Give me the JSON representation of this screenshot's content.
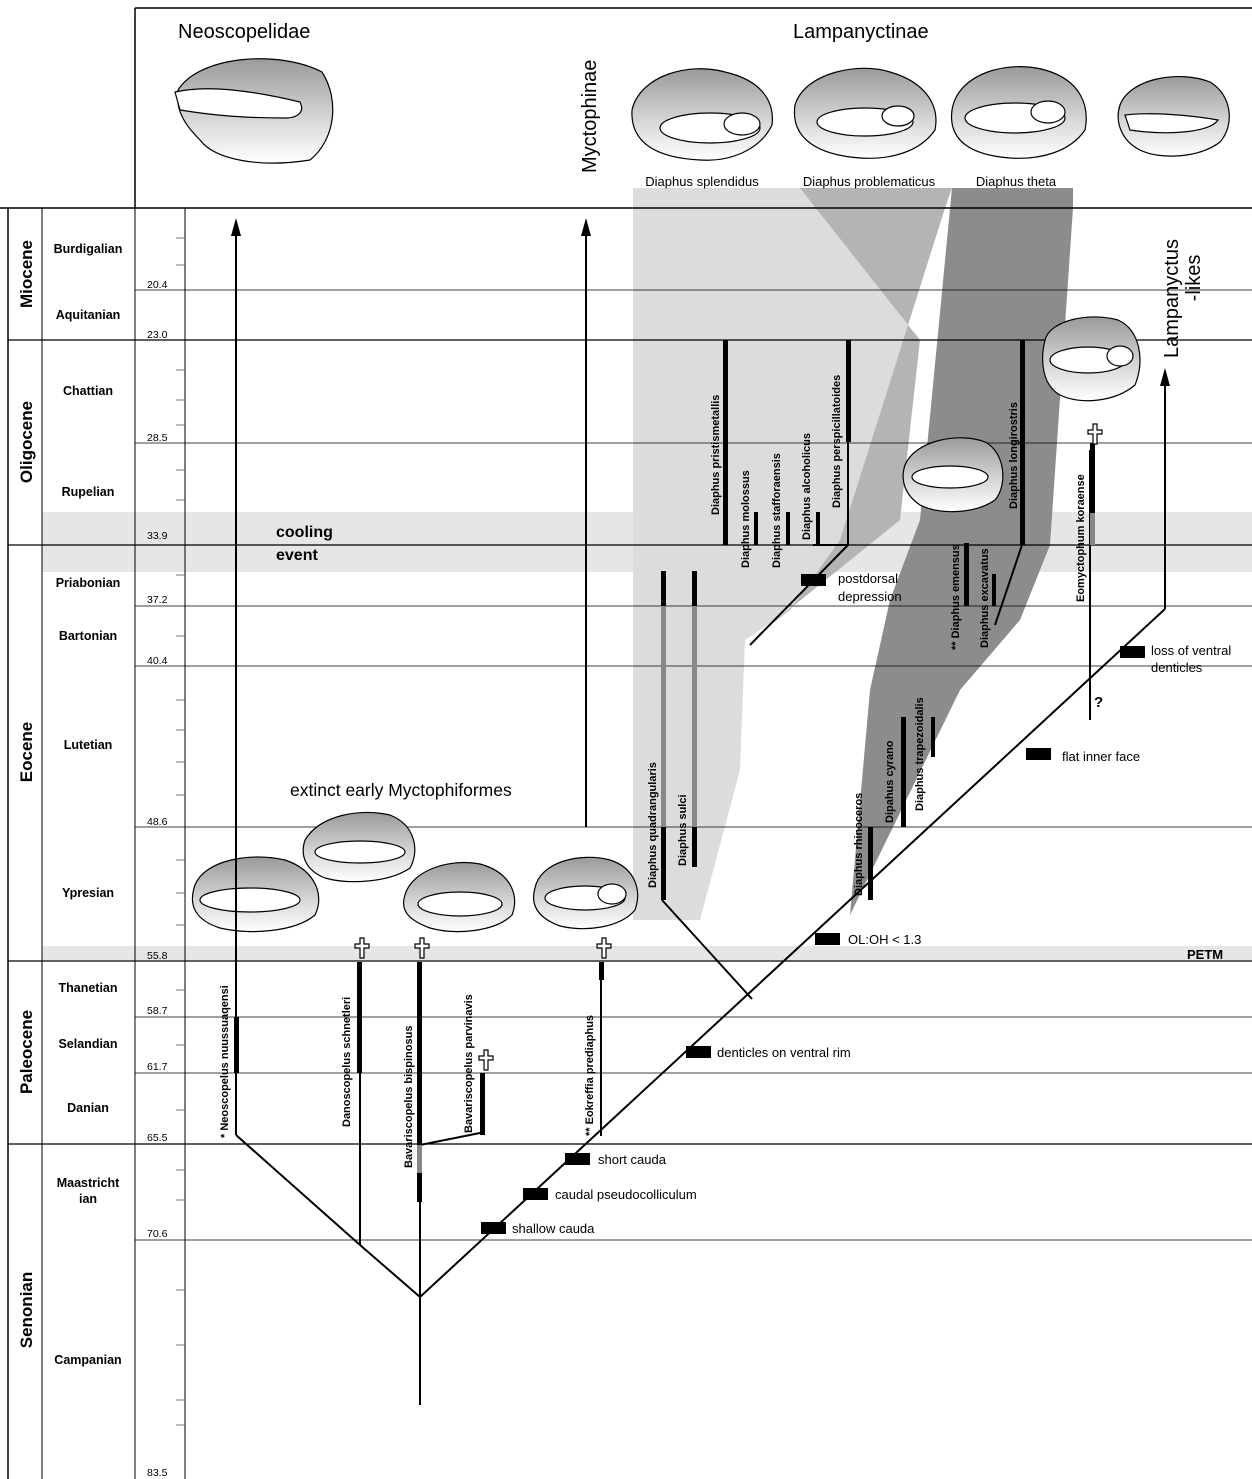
{
  "groups": {
    "neoscopelidae": "Neoscopelidae",
    "lampanyctinae": "Lampanyctinae",
    "myctophinae": "Myctophinae",
    "lampanyctus": "Lampanyctus",
    "lampanyctus_sub": "-likes",
    "extinct": "extinct early Myctophiformes"
  },
  "top_species": {
    "splendidus": "Diaphus splendidus",
    "problematicus": "Diaphus problematicus",
    "theta": "Diaphus theta"
  },
  "epochs": {
    "miocene": "Miocene",
    "oligocene": "Oligocene",
    "eocene": "Eocene",
    "paleocene": "Paleocene",
    "senonian": "Senonian"
  },
  "stages": {
    "burdigalian": "Burdigalian",
    "aquitanian": "Aquitanian",
    "chattian": "Chattian",
    "rupelian": "Rupelian",
    "priabonian": "Priabonian",
    "bartonian": "Bartonian",
    "lutetian": "Lutetian",
    "ypresian": "Ypresian",
    "thanetian": "Thanetian",
    "selandian": "Selandian",
    "danian": "Danian",
    "maastrichtian_1": "Maastricht",
    "maastrichtian_2": "ian",
    "campanian": "Campanian"
  },
  "ages": {
    "a20_4": "20.4",
    "a23_0": "23.0",
    "a28_5": "28.5",
    "a33_9": "33.9",
    "a37_2": "37.2",
    "a40_4": "40.4",
    "a48_6": "48.6",
    "a55_8": "55.8",
    "a58_7": "58.7",
    "a61_7": "61.7",
    "a65_5": "65.5",
    "a70_6": "70.6",
    "a83_5": "83.5"
  },
  "events": {
    "cooling_1": "cooling",
    "cooling_2": "event",
    "petm": "PETM"
  },
  "apomorphies": {
    "postdorsal_1": "postdorsal",
    "postdorsal_2": "depression",
    "loss_1": "loss of ventral",
    "loss_2": "denticles",
    "flat": "flat inner face",
    "oloh": "OL:OH < 1.3",
    "denticles": "denticles on ventral rim",
    "short": "short cauda",
    "pseudo": "caudal pseudocolliculum",
    "shallow": "shallow cauda",
    "question": "?"
  },
  "taxa": {
    "pristismetallis": "Diaphus pristismetallis",
    "molossus": "Diaphus molossus",
    "stafforaensis": "Diaphus stafforaensis",
    "alcoholicus": "Diaphus alcoholicus",
    "perspicillatoides": "Diaphus perspicillatoides",
    "longirostris": "Diaphus longirostris",
    "emensus": "** Diaphus emensus",
    "excavatus": "Diaphus excavatus",
    "koraense": "Eomyctophum koraense",
    "quadrangularis": "Diaphus quadrangularis",
    "sulci": "Diaphus sulci",
    "rhinoceros": "Diaphus rhinoceros",
    "cyrano": "Dipahus cyrano",
    "trapezoidalis": "Diaphus trapezoidalis",
    "nuussuaqensis": "* Neoscopelus nuussuaqensi",
    "schnetleri": "Danoscopelus schnetleri",
    "bispinosus": "Bavariscopelus bispinosus",
    "parvinavis": "Bavariscopelus parvinavis",
    "prediaphus": "** Eokreffia prediaphus"
  },
  "colors": {
    "light_shade": "#dcdcdc",
    "mid_shade": "#b4b4b4",
    "dark_shade": "#8c8c8c",
    "band": "#e6e6e6",
    "ink": "#000000"
  }
}
